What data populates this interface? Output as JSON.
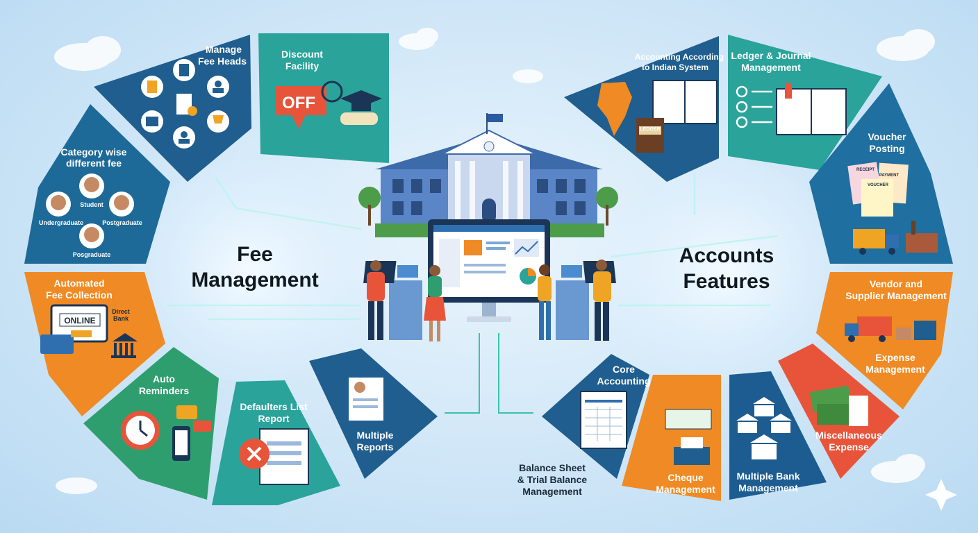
{
  "fee": {
    "title_line1": "Fee",
    "title_line2": "Management",
    "segments": {
      "manage_fee_heads": [
        "Manage",
        "Fee Heads"
      ],
      "discount": [
        "Discount",
        "Facility"
      ],
      "category": [
        "Category wise",
        "different fee"
      ],
      "automated": [
        "Automated",
        "Fee Collection"
      ],
      "auto_reminders": [
        "Auto",
        "Reminders"
      ],
      "defaulters": [
        "Defaulters List",
        "Report"
      ],
      "multiple_reports": [
        "Multiple",
        "Reports"
      ]
    },
    "labels": {
      "student": "Student",
      "undergraduate": "Undergraduate",
      "postgraduate_1": "Postgraduate",
      "postgraduate_2": "Posgraduate",
      "online": "ONLINE",
      "direct_bank": [
        "Direct",
        "Bank"
      ],
      "off": "OFF"
    }
  },
  "accounts": {
    "title_line1": "Accounts",
    "title_line2": "Features",
    "segments": {
      "indian_system": [
        "Accounting According",
        "to Indian System"
      ],
      "ledger": [
        "Ledger & Journal",
        "Management"
      ],
      "voucher": [
        "Voucher",
        "Posting"
      ],
      "vendor": [
        "Vendor and",
        "Supplier Management"
      ],
      "expense": [
        "Expense",
        "Management"
      ],
      "misc": [
        "Miscellaneous",
        "Expense"
      ],
      "multi_bank": [
        "Multiple Bank",
        "Management"
      ],
      "cheque": [
        "Cheque",
        "Management"
      ],
      "core": [
        "Core",
        "Accounting"
      ],
      "balance_sheet": [
        "Balance Sheet",
        "& Trial Balance",
        "Management"
      ]
    },
    "labels": {
      "ledger_book": "LEDGER",
      "receipt": "RECEIPT",
      "payment": "PAYMENT",
      "voucher_doc": "VOUCHER"
    }
  },
  "colors": {
    "dark_blue": "#1f5e8e",
    "teal": "#2aa39a",
    "green": "#2f9e6e",
    "orange": "#f08a24",
    "red": "#e8543a",
    "navy": "#1d4f7c"
  }
}
